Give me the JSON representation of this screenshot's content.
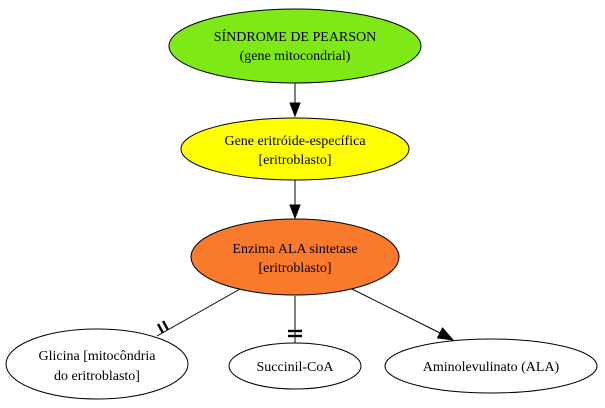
{
  "nodes": {
    "pearson": {
      "line1": "SÍNDROME DE PEARSON",
      "line2": "(gene mitocondrial)",
      "fill": "#7fe817"
    },
    "gene": {
      "line1": "Gene eritróide-específica",
      "line2": "[eritroblasto]",
      "fill": "#ffff00"
    },
    "enzima": {
      "line1": "Enzima ALA sintetase",
      "line2": "[eritroblasto]",
      "fill": "#f97a2a"
    },
    "glicina": {
      "line1": "Glicina [mitocôndria",
      "line2": "do eritroblasto]",
      "fill": "#ffffff"
    },
    "succinil": {
      "line1": "Succinil-CoA",
      "fill": "#ffffff"
    },
    "ala": {
      "line1": "Aminolevulinato (ALA)",
      "fill": "#ffffff"
    }
  },
  "edges": [
    {
      "from": "pearson",
      "to": "gene",
      "head": "arrow"
    },
    {
      "from": "gene",
      "to": "enzima",
      "head": "arrow"
    },
    {
      "from": "enzima",
      "to": "glicina",
      "head": "tee"
    },
    {
      "from": "enzima",
      "to": "succinil",
      "head": "tee"
    },
    {
      "from": "enzima",
      "to": "ala",
      "head": "arrow"
    }
  ]
}
